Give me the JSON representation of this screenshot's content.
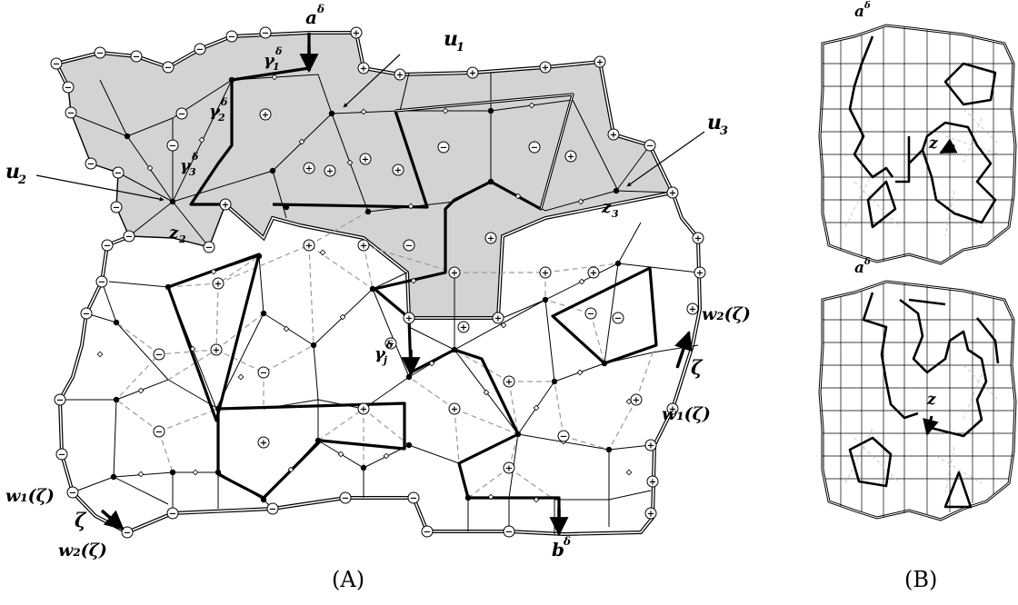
{
  "panel_a": {
    "caption": "(A)",
    "labels": {
      "a_delta": "a",
      "b_delta": "b",
      "delta_sup": "δ",
      "u1": "u",
      "u1_sub": "1",
      "u2": "u",
      "u2_sub": "2",
      "u3": "u",
      "u3_sub": "3",
      "z2": "z",
      "z2_sub": "2",
      "z3": "z",
      "z3_sub": "3",
      "gamma1": "γ",
      "gamma1_sub": "1",
      "gamma2": "γ",
      "gamma2_sub": "2",
      "gamma3": "γ",
      "gamma3_sub": "3",
      "gammaj": "γ",
      "gammaj_sub": "j",
      "w1_right": "w₁(ζ)",
      "w2_right": "w₂(ζ)",
      "zeta_right": "ζ",
      "w1_left": "w₁(ζ)",
      "w2_left": "w₂(ζ)",
      "zeta_left": "ζ"
    },
    "plus_sign": "+",
    "minus_sign": "−"
  },
  "panel_b": {
    "caption": "(B)",
    "top": {
      "a_delta": "a",
      "delta_sup": "δ",
      "z": "z"
    },
    "bottom": {
      "a_delta": "a",
      "delta_sup": "δ",
      "z": "z"
    }
  },
  "colors": {
    "shade": "#d3d3d3",
    "ink": "#000000",
    "dash": "#9a9a9a",
    "light": "#bdbdbd"
  }
}
